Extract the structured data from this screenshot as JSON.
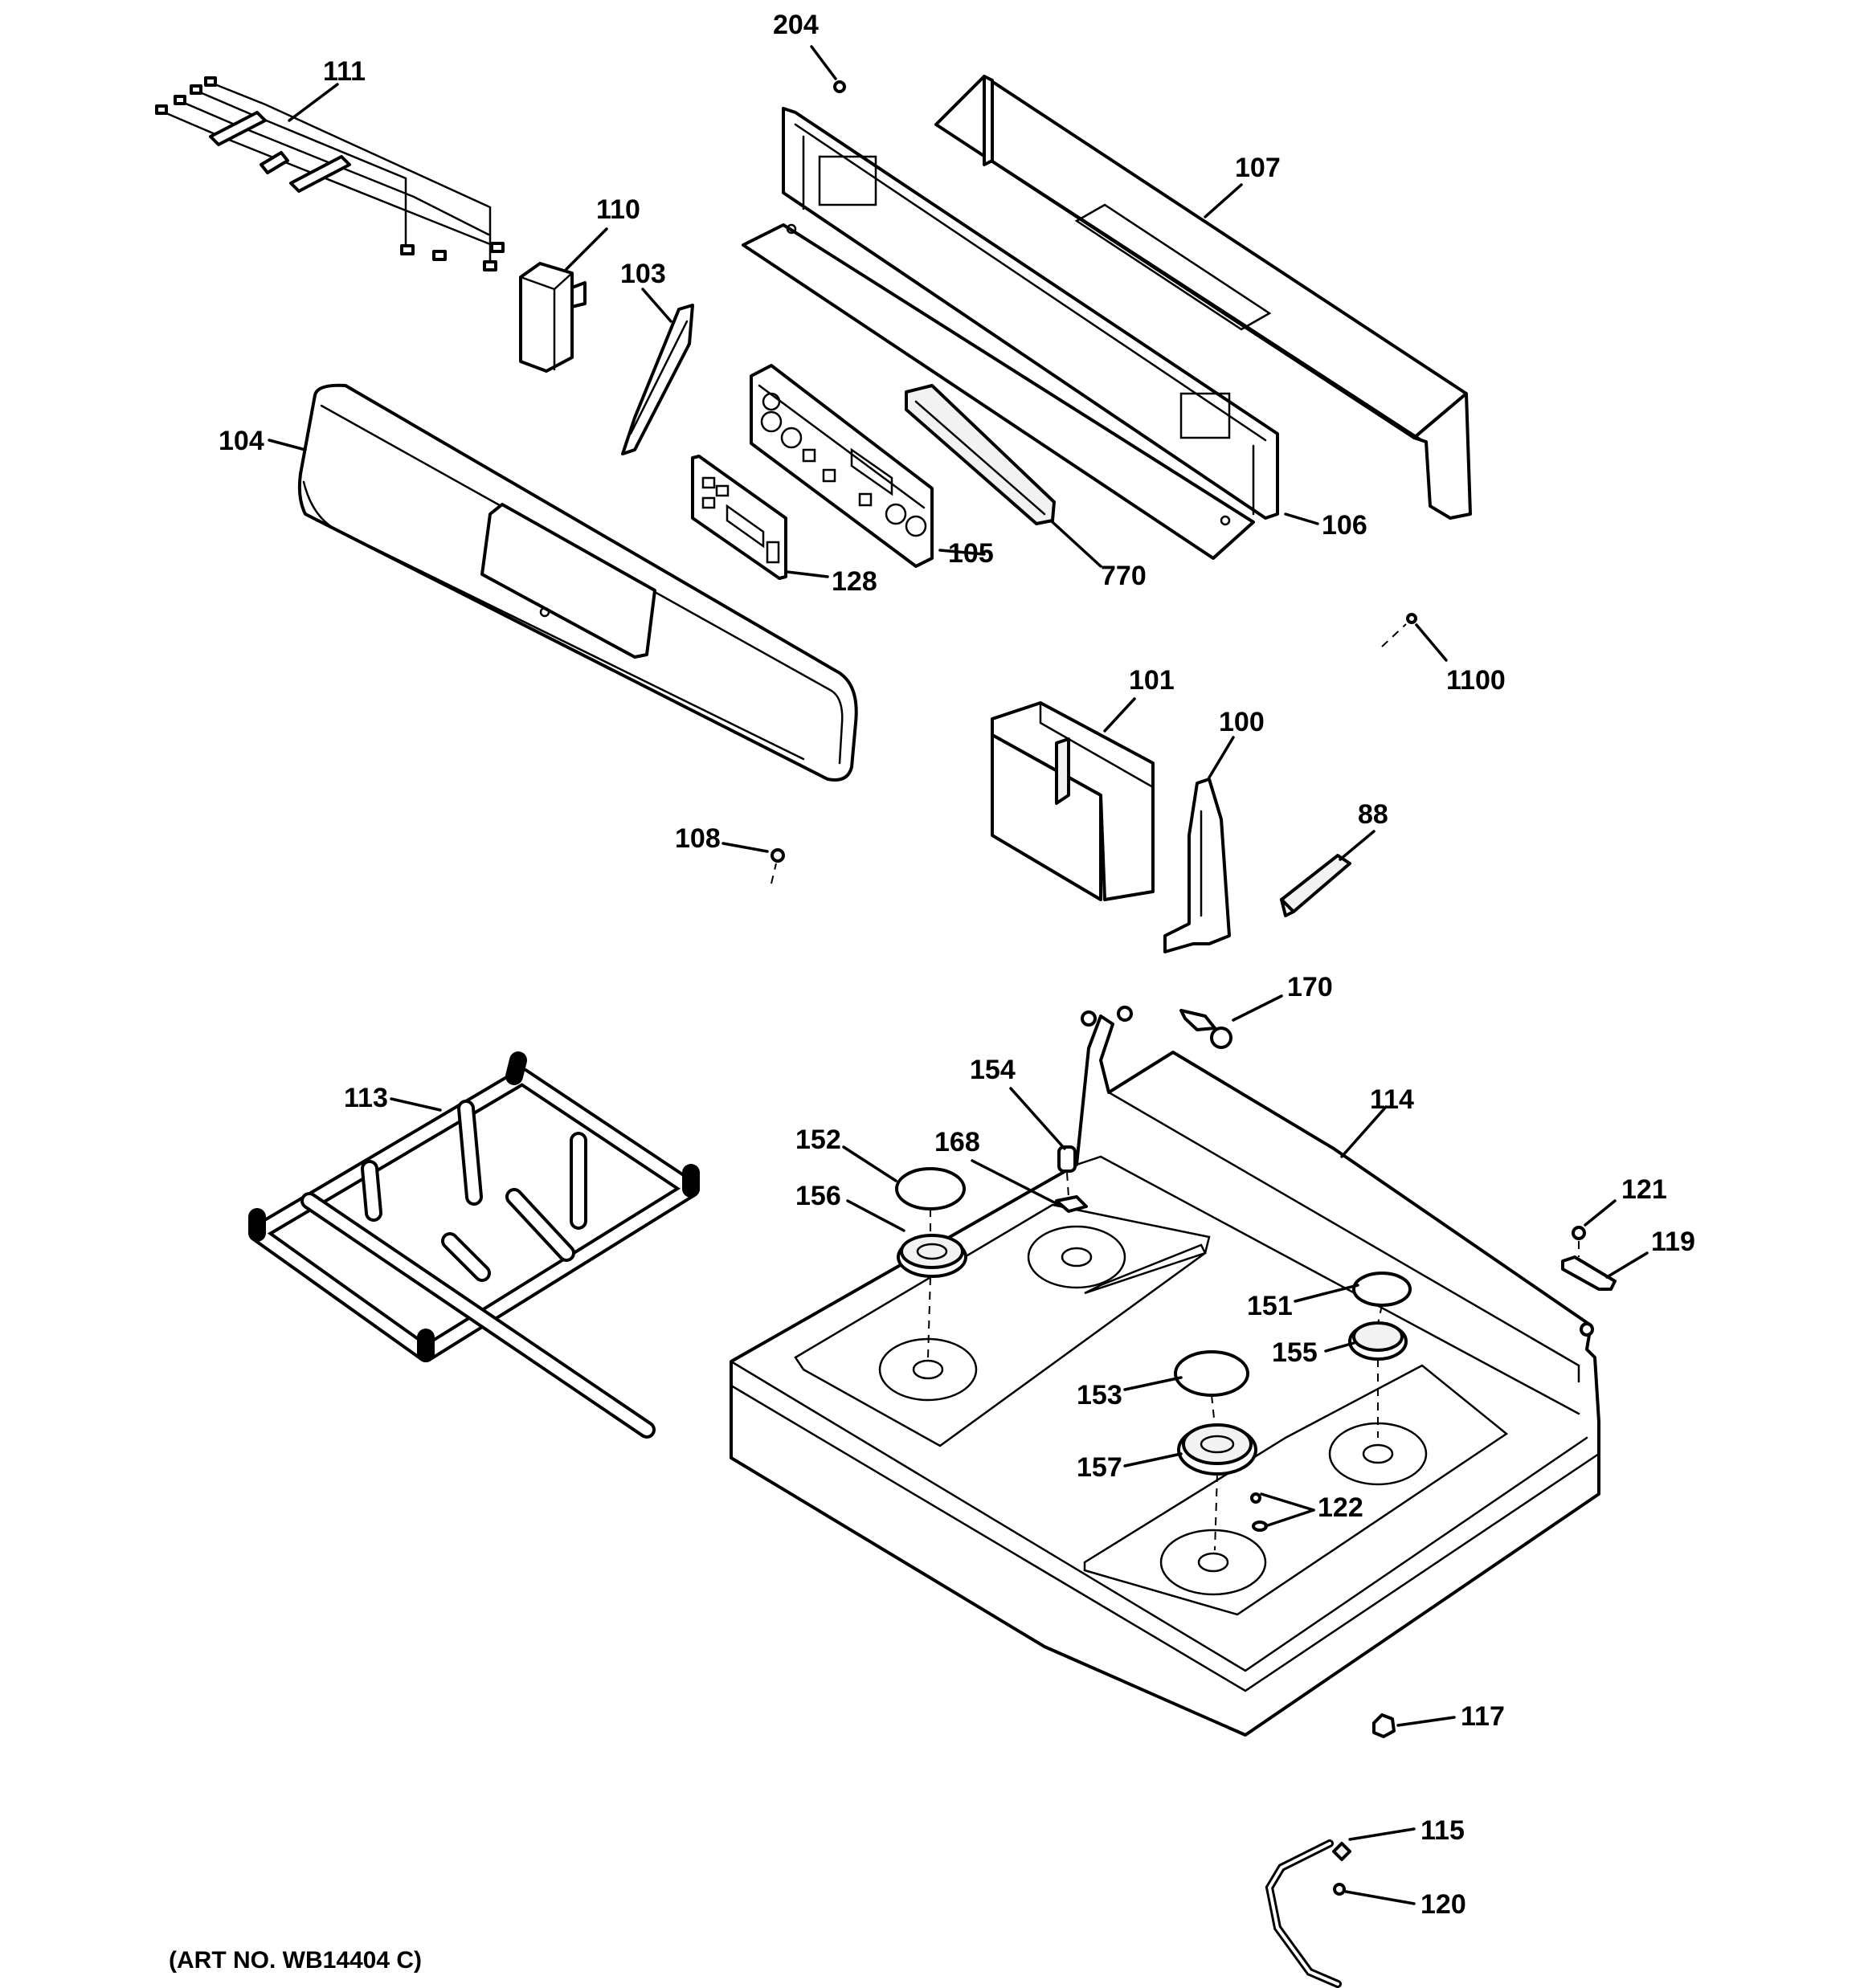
{
  "callouts": [
    {
      "id": "l204",
      "text": "204"
    },
    {
      "id": "l111",
      "text": "111"
    },
    {
      "id": "l107",
      "text": "107"
    },
    {
      "id": "l110",
      "text": "110"
    },
    {
      "id": "l103",
      "text": "103"
    },
    {
      "id": "l104",
      "text": "104"
    },
    {
      "id": "l106",
      "text": "106"
    },
    {
      "id": "l105",
      "text": "105"
    },
    {
      "id": "l128",
      "text": "128"
    },
    {
      "id": "l770",
      "text": "770"
    },
    {
      "id": "l1100",
      "text": "1100"
    },
    {
      "id": "l101",
      "text": "101"
    },
    {
      "id": "l100",
      "text": "100"
    },
    {
      "id": "l88",
      "text": "88"
    },
    {
      "id": "l108",
      "text": "108"
    },
    {
      "id": "l170",
      "text": "170"
    },
    {
      "id": "l154",
      "text": "154"
    },
    {
      "id": "l113",
      "text": "113"
    },
    {
      "id": "l114",
      "text": "114"
    },
    {
      "id": "l152",
      "text": "152"
    },
    {
      "id": "l168",
      "text": "168"
    },
    {
      "id": "l156",
      "text": "156"
    },
    {
      "id": "l121",
      "text": "121"
    },
    {
      "id": "l119",
      "text": "119"
    },
    {
      "id": "l151",
      "text": "151"
    },
    {
      "id": "l155",
      "text": "155"
    },
    {
      "id": "l153",
      "text": "153"
    },
    {
      "id": "l157",
      "text": "157"
    },
    {
      "id": "l122",
      "text": "122"
    },
    {
      "id": "l117",
      "text": "117"
    },
    {
      "id": "l115",
      "text": "115"
    },
    {
      "id": "l120",
      "text": "120"
    }
  ],
  "art_number": "(ART NO. WB14404 C)"
}
